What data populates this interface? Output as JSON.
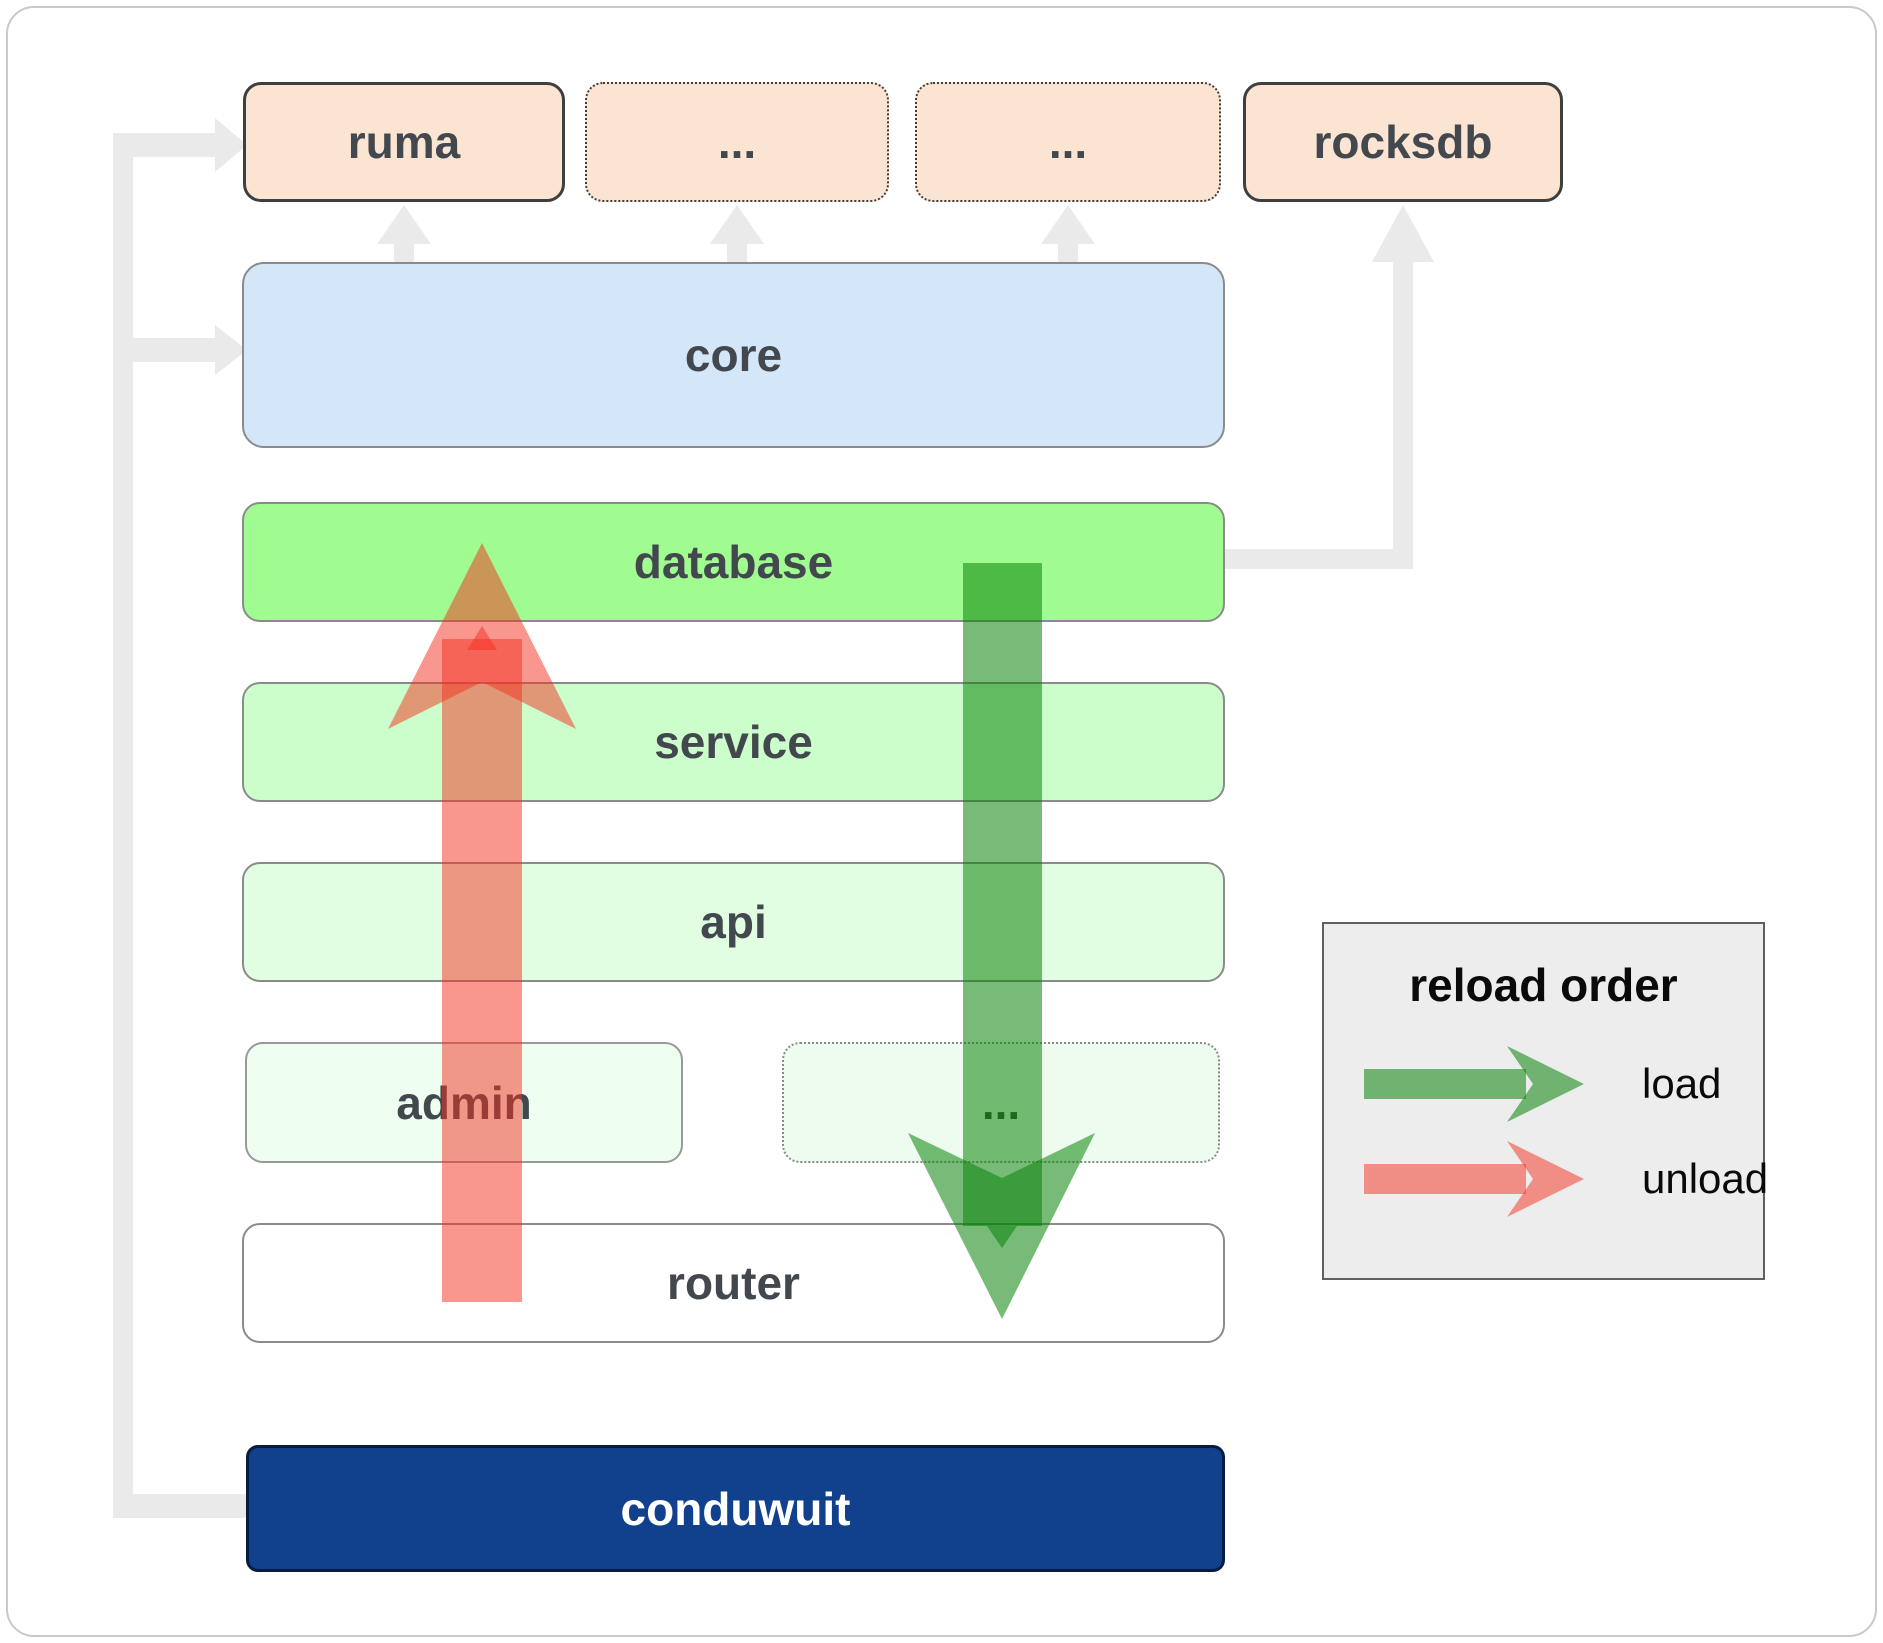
{
  "diagram": {
    "top_row": [
      {
        "label": "ruma",
        "border": "solid"
      },
      {
        "label": "...",
        "border": "dotted"
      },
      {
        "label": "...",
        "border": "dotted"
      },
      {
        "label": "rocksdb",
        "border": "solid"
      }
    ],
    "core": {
      "label": "core"
    },
    "database": {
      "label": "database"
    },
    "service": {
      "label": "service"
    },
    "api": {
      "label": "api"
    },
    "admin": {
      "label": "admin"
    },
    "admin_more": {
      "label": "..."
    },
    "router": {
      "label": "router"
    },
    "app": {
      "label": "conduwuit"
    }
  },
  "legend": {
    "title": "reload order",
    "items": [
      {
        "label": "load",
        "color": "#0a840a"
      },
      {
        "label": "unload",
        "color": "#f4301f"
      }
    ]
  },
  "colors": {
    "load_arrow": "#0a840a",
    "unload_arrow": "#f4301f",
    "connector": "#eaeaea",
    "module_peach": "#fce4d2",
    "core_blue": "#d4e7f9",
    "database_green": "#a0fc90",
    "conduwuit_navy": "#11418d",
    "legend_bg": "#ededed"
  }
}
